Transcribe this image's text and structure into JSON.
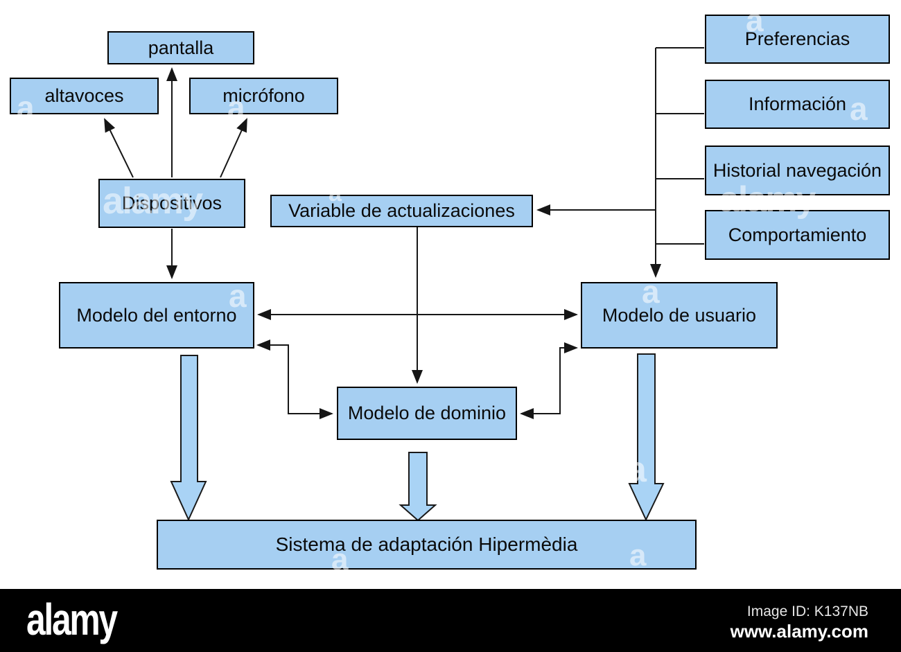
{
  "diagram": {
    "nodes": {
      "pantalla": {
        "label": "pantalla"
      },
      "altavoces": {
        "label": "altavoces"
      },
      "microfono": {
        "label": "micrófono"
      },
      "dispositivos": {
        "label": "Dispositivos"
      },
      "variable": {
        "label": "Variable de actualizaciones"
      },
      "preferencias": {
        "label": "Preferencias"
      },
      "informacion": {
        "label": "Información"
      },
      "historial": {
        "label": "Historial navegación"
      },
      "comportamiento": {
        "label": "Comportamiento"
      },
      "modelo_entorno": {
        "label": "Modelo del entorno"
      },
      "modelo_usuario": {
        "label": "Modelo de usuario"
      },
      "modelo_dominio": {
        "label": "Modelo de dominio"
      },
      "sistema": {
        "label": "Sistema de adaptación Hipermèdia"
      }
    },
    "edges": [
      {
        "from": "dispositivos",
        "to": "pantalla",
        "style": "arrow"
      },
      {
        "from": "dispositivos",
        "to": "altavoces",
        "style": "arrow"
      },
      {
        "from": "dispositivos",
        "to": "microfono",
        "style": "arrow"
      },
      {
        "from": "dispositivos",
        "to": "modelo_entorno",
        "style": "arrow"
      },
      {
        "from": "preferencias",
        "to": "modelo_usuario",
        "style": "arrow-trunk"
      },
      {
        "from": "informacion",
        "to": "modelo_usuario",
        "style": "arrow-trunk"
      },
      {
        "from": "historial",
        "to": "modelo_usuario",
        "style": "arrow-trunk"
      },
      {
        "from": "comportamiento",
        "to": "modelo_usuario",
        "style": "arrow-trunk"
      },
      {
        "from": "trunk",
        "to": "variable",
        "style": "arrow"
      },
      {
        "from": "variable",
        "to": "modelo_dominio",
        "style": "arrow"
      },
      {
        "from": "modelo_entorno",
        "to": "modelo_usuario",
        "style": "double-arrow"
      },
      {
        "from": "modelo_entorno",
        "to": "modelo_dominio",
        "style": "double-arrow"
      },
      {
        "from": "modelo_usuario",
        "to": "modelo_dominio",
        "style": "double-arrow"
      },
      {
        "from": "modelo_entorno",
        "to": "sistema",
        "style": "block-arrow"
      },
      {
        "from": "modelo_dominio",
        "to": "sistema",
        "style": "block-arrow"
      },
      {
        "from": "modelo_usuario",
        "to": "sistema",
        "style": "block-arrow"
      }
    ],
    "colors": {
      "node_fill": "#a6cff2",
      "node_border": "#000000",
      "block_arrow_fill": "#a9d3f5",
      "line": "#161616"
    }
  },
  "watermark": {
    "word": "alamy",
    "letter": "a"
  },
  "footer": {
    "logo": "alamy",
    "image_id": "Image ID: K137NB",
    "website": "www.alamy.com",
    "background": "#000000"
  }
}
